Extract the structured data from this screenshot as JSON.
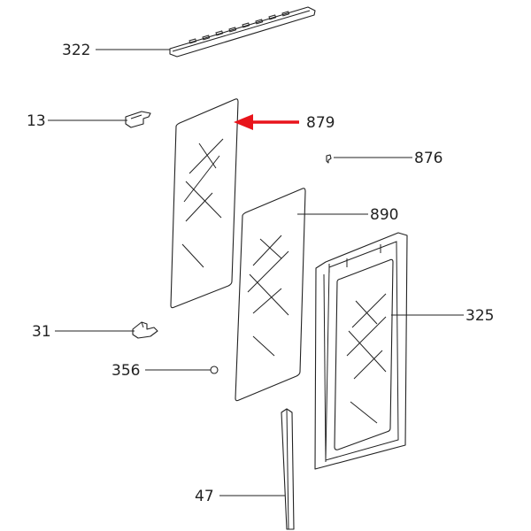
{
  "diagram": {
    "callouts": [
      {
        "id": "322",
        "label": "322"
      },
      {
        "id": "13",
        "label": "13"
      },
      {
        "id": "879",
        "label": "879"
      },
      {
        "id": "876",
        "label": "876"
      },
      {
        "id": "890",
        "label": "890"
      },
      {
        "id": "325",
        "label": "325"
      },
      {
        "id": "31",
        "label": "31"
      },
      {
        "id": "356",
        "label": "356"
      },
      {
        "id": "47",
        "label": "47"
      }
    ],
    "highlight": {
      "target": "879",
      "color": "#e8141b"
    },
    "line_color": "#222222"
  }
}
